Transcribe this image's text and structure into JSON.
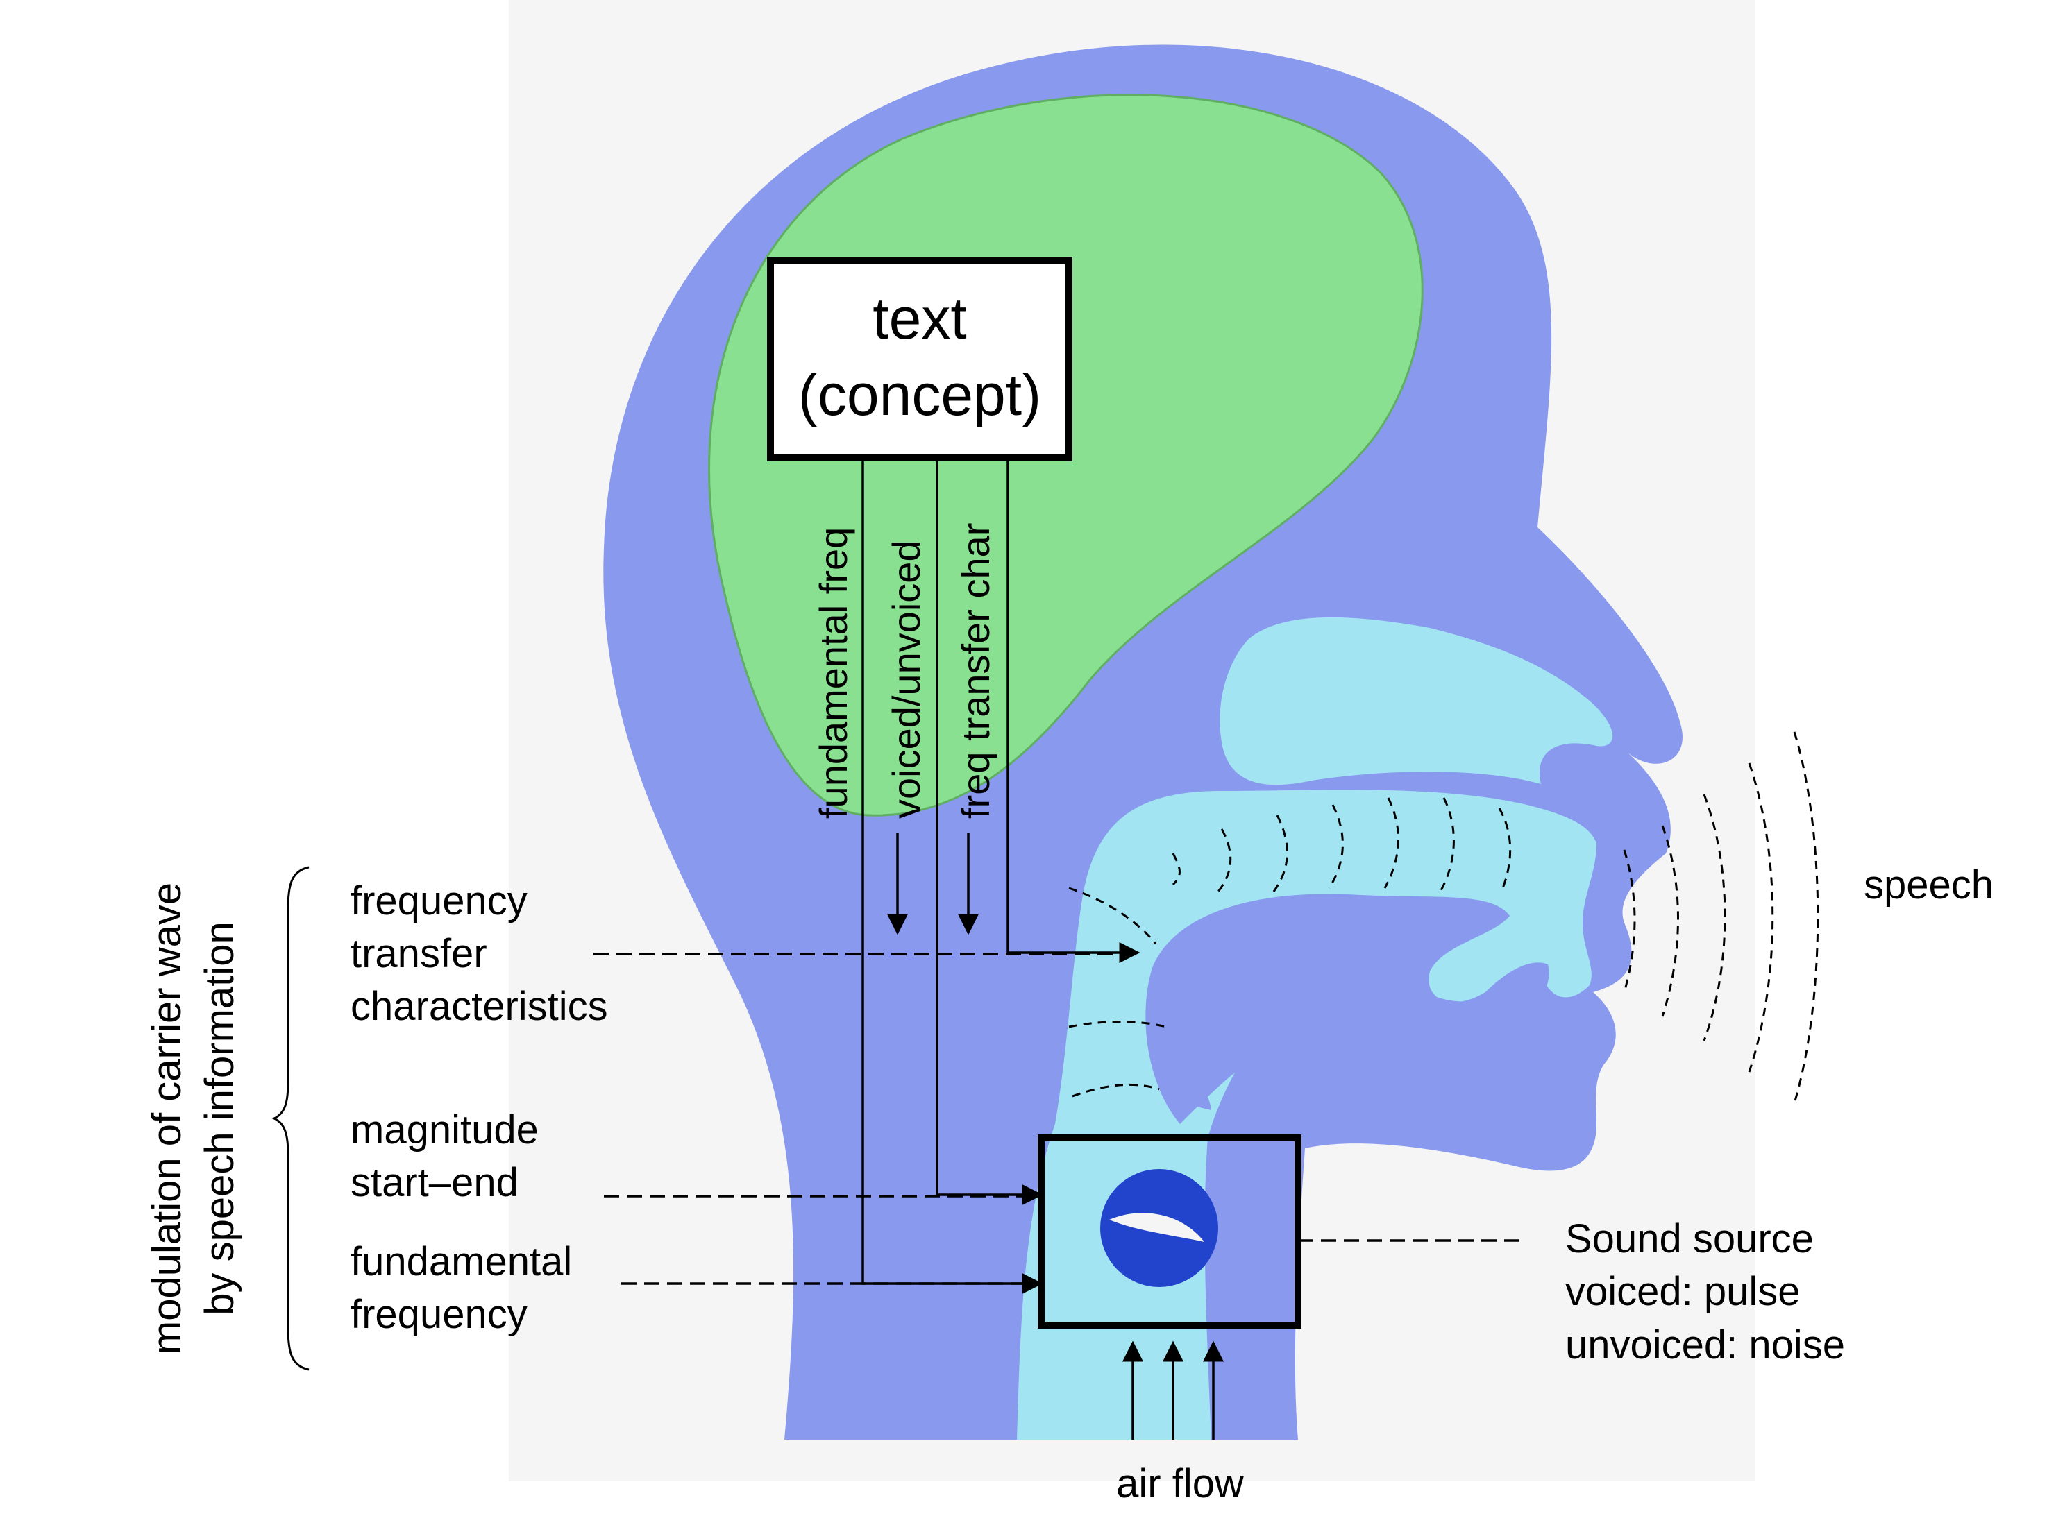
{
  "colors": {
    "panel": "#f5f5f5",
    "head": "#8899ee",
    "brain": "#88e090",
    "brain_edge": "#5fae62",
    "tract": "#a2e4f2",
    "glottis": "#2244cc",
    "ink": "#000000"
  },
  "concept_box": {
    "line1": "text",
    "line2": "(concept)"
  },
  "signals": {
    "fundamental": "fundamental freq",
    "voicing": "voiced/unvoiced",
    "transfer": "freq transfer char"
  },
  "labels": {
    "transfer": [
      "frequency",
      "transfer",
      "characteristics"
    ],
    "magnitude": [
      "magnitude",
      "start–end"
    ],
    "fundamental": [
      "fundamental",
      "frequency"
    ],
    "source": [
      "Sound source",
      "voiced: pulse",
      "unvoiced: noise"
    ],
    "speech": "speech",
    "air_flow": "air flow",
    "modulation": [
      "modulation of carrier wave",
      "by speech information"
    ]
  },
  "icons": {
    "glottis": "vocal-folds-icon",
    "brace": "curly-brace-icon"
  }
}
